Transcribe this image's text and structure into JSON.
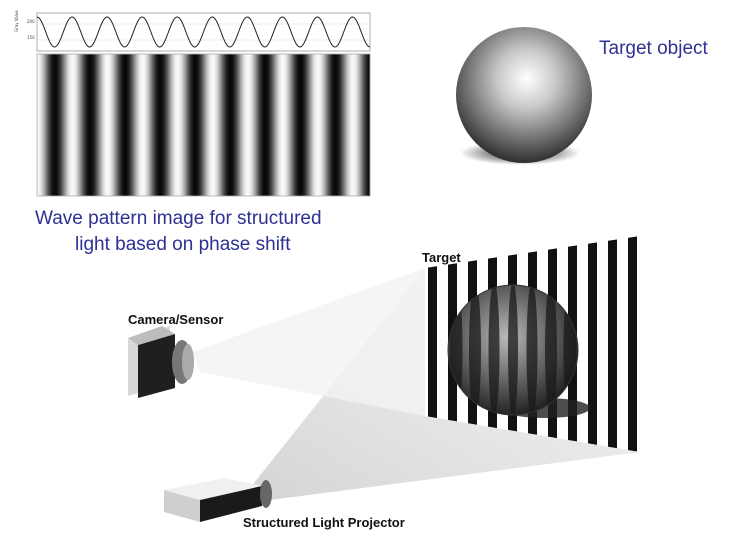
{
  "top_left": {
    "caption_lines": [
      "Wave pattern image for structured",
      "light based on phase shift"
    ],
    "y_axis_label": "Gray Value",
    "y_ticks": [
      "200",
      "150"
    ]
  },
  "top_right": {
    "caption": "Target object"
  },
  "scene": {
    "target_label": "Target",
    "camera_label": "Camera/Sensor",
    "projector_label": "Structured Light Projector"
  },
  "colors": {
    "caption": "#2e3192",
    "label": "#111111"
  }
}
